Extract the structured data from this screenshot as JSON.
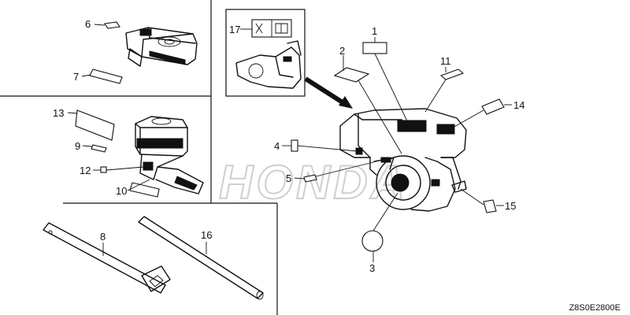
{
  "diagram_code": "Z8S0E2800E",
  "watermark": "HONDA",
  "callouts": [
    {
      "id": "c1",
      "text": "1"
    },
    {
      "id": "c2",
      "text": "2"
    },
    {
      "id": "c3",
      "text": "3"
    },
    {
      "id": "c4",
      "text": "4"
    },
    {
      "id": "c5",
      "text": "5"
    },
    {
      "id": "c6",
      "text": "6"
    },
    {
      "id": "c7",
      "text": "7"
    },
    {
      "id": "c8",
      "text": "8"
    },
    {
      "id": "c9",
      "text": "9"
    },
    {
      "id": "c10",
      "text": "10"
    },
    {
      "id": "c11",
      "text": "11"
    },
    {
      "id": "c12",
      "text": "12"
    },
    {
      "id": "c13",
      "text": "13"
    },
    {
      "id": "c14",
      "text": "14"
    },
    {
      "id": "c15",
      "text": "15"
    },
    {
      "id": "c16",
      "text": "16"
    },
    {
      "id": "c17",
      "text": "17"
    }
  ]
}
